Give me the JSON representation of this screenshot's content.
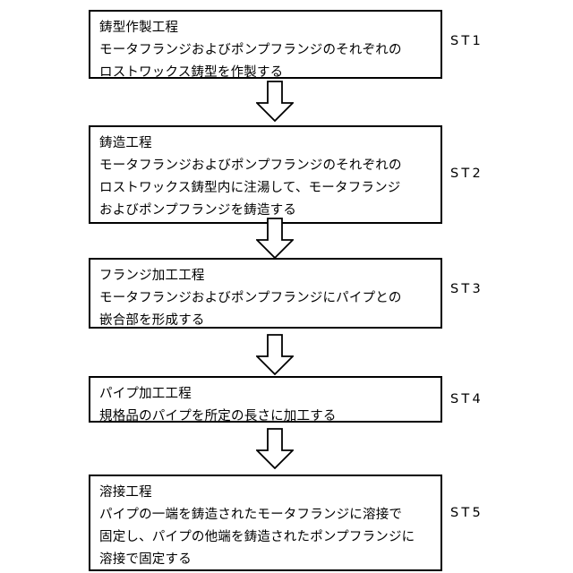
{
  "diagram": {
    "type": "vertical-flowchart",
    "title": "",
    "orientation": "top-to-bottom",
    "connector_icon": "down-block-arrow-icon",
    "colors": {
      "background": "#ffffff",
      "stroke": "#000000",
      "text": "#000000",
      "box_fill": "#ffffff"
    },
    "steps": [
      {
        "id": "st1",
        "label": "ＳＴ１",
        "label_plain": "ST1",
        "heading": "鋳型作製工程",
        "lines": [
          "鋳型作製工程",
          "モータフランジおよびポンプフランジのそれぞれの",
          "ロストワックス鋳型を作製する"
        ],
        "text": "鋳型作製工程\nモータフランジおよびポンプフランジのそれぞれの\nロストワックス鋳型を作製する"
      },
      {
        "id": "st2",
        "label": "ＳＴ２",
        "label_plain": "ST2",
        "heading": "鋳造工程",
        "lines": [
          "鋳造工程",
          "モータフランジおよびポンプフランジのそれぞれの",
          "ロストワックス鋳型内に注湯して、モータフランジ",
          "およびポンプフランジを鋳造する"
        ],
        "text": "鋳造工程\nモータフランジおよびポンプフランジのそれぞれの\nロストワックス鋳型内に注湯して、モータフランジ\nおよびポンプフランジを鋳造する"
      },
      {
        "id": "st3",
        "label": "ＳＴ３",
        "label_plain": "ST3",
        "heading": "フランジ加工工程",
        "lines": [
          "フランジ加工工程",
          "モータフランジおよびポンプフランジにパイプとの",
          "嵌合部を形成する"
        ],
        "text": "フランジ加工工程\nモータフランジおよびポンプフランジにパイプとの\n嵌合部を形成する"
      },
      {
        "id": "st4",
        "label": "ＳＴ４",
        "label_plain": "ST4",
        "heading": "パイプ加工工程",
        "lines": [
          "パイプ加工工程",
          "規格品のパイプを所定の長さに加工する"
        ],
        "text": "パイプ加工工程\n規格品のパイプを所定の長さに加工する"
      },
      {
        "id": "st5",
        "label": "ＳＴ５",
        "label_plain": "ST5",
        "heading": "溶接工程",
        "lines": [
          "溶接工程",
          "パイプの一端を鋳造されたモータフランジに溶接で",
          "固定し、パイプの他端を鋳造されたポンプフランジに",
          "溶接で固定する"
        ],
        "text": "溶接工程\nパイプの一端を鋳造されたモータフランジに溶接で\n固定し、パイプの他端を鋳造されたポンプフランジに\n溶接で固定する"
      }
    ]
  }
}
